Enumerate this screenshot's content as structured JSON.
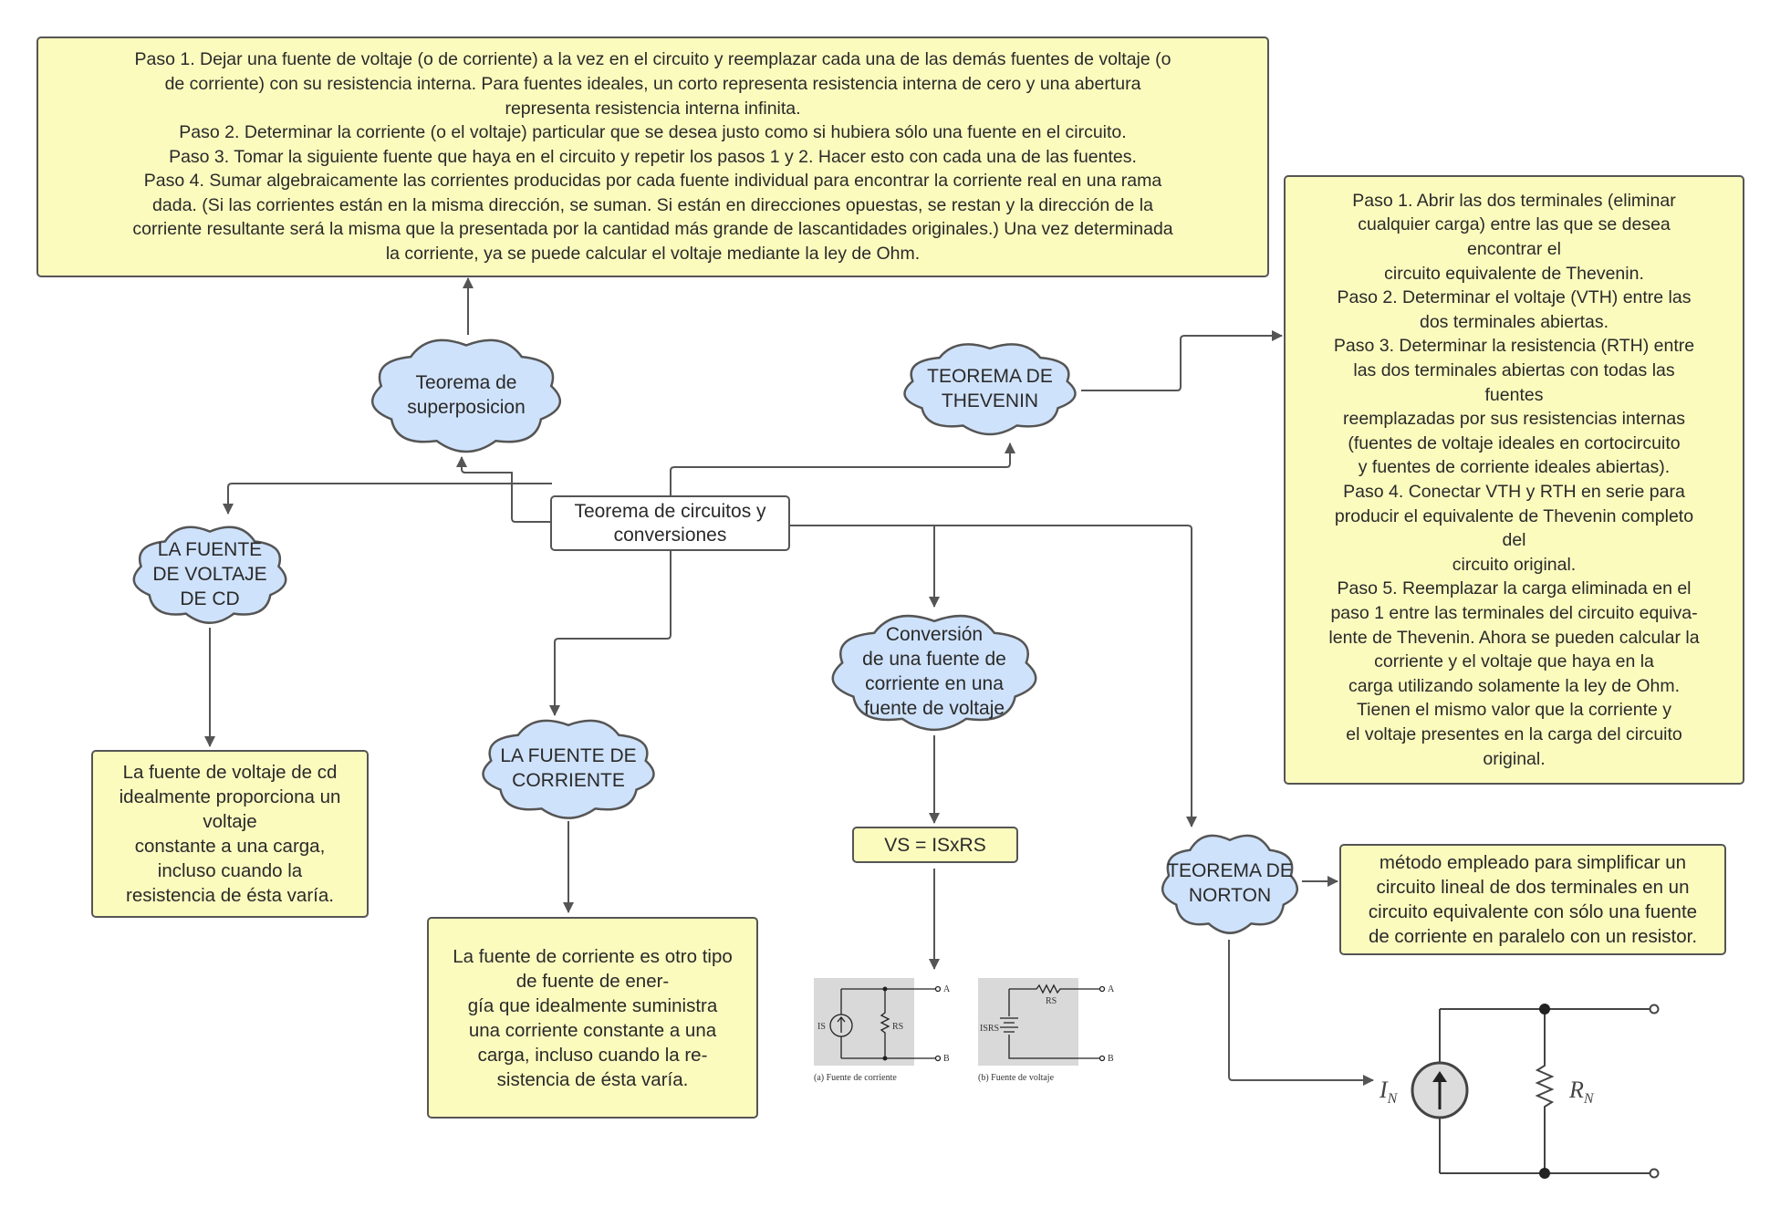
{
  "central": {
    "label": "Teorema de circuitos y\nconversiones"
  },
  "superposicion": {
    "cloud": "Teorema de\nsuperposicion",
    "steps": "Paso 1. Dejar una fuente de voltaje (o de corriente) a la vez en el circuito y reemplazar cada una de las demás fuentes de voltaje (o\nde corriente) con su resistencia interna. Para fuentes ideales, un corto representa resistencia interna de cero y una abertura\nrepresenta resistencia interna infinita.\nPaso 2. Determinar la corriente (o el voltaje) particular que se desea justo como si hubiera sólo una fuente en el circuito.\nPaso 3. Tomar la siguiente fuente que haya en el circuito y repetir los pasos 1 y 2. Hacer esto con cada una de las fuentes.\nPaso 4. Sumar algebraicamente las corrientes producidas por cada fuente individual para encontrar la corriente real en una rama\ndada. (Si las corrientes están en la misma dirección, se suman. Si están en direcciones opuestas, se restan y la dirección de la\ncorriente resultante será la misma que la presentada por la cantidad más grande de lascantidades originales.) Una vez determinada\nla corriente, ya se puede calcular el voltaje mediante la ley de Ohm."
  },
  "thevenin": {
    "cloud": "TEOREMA DE\nTHEVENIN",
    "steps": "Paso 1. Abrir las dos terminales (eliminar\ncualquier carga) entre las que se desea\nencontrar el\ncircuito equivalente de Thevenin.\nPaso 2. Determinar el voltaje (VTH) entre las\ndos terminales abiertas.\nPaso 3. Determinar la resistencia (RTH) entre\nlas dos terminales abiertas con todas las\nfuentes\nreemplazadas por sus resistencias internas\n(fuentes de voltaje ideales en cortocircuito\ny fuentes de corriente ideales abiertas).\nPaso 4. Conectar VTH y RTH en serie para\nproducir el equivalente de Thevenin completo\ndel\ncircuito original.\nPaso 5. Reemplazar la carga eliminada en el\npaso 1 entre las terminales del circuito equiva-\nlente de Thevenin. Ahora se pueden calcular la\ncorriente y el voltaje que haya en la\ncarga utilizando solamente la ley de Ohm.\nTienen el mismo valor que la corriente y\nel voltaje presentes en la carga del circuito\noriginal."
  },
  "fuente_voltaje": {
    "cloud": "LA FUENTE\nDE VOLTAJE\nDE CD",
    "desc": "La fuente de voltaje de cd\nidealmente proporciona un\nvoltaje\nconstante a una carga,\nincluso cuando la\nresistencia de ésta varía."
  },
  "fuente_corriente": {
    "cloud": "LA FUENTE DE\nCORRIENTE",
    "desc": "La fuente de corriente es otro tipo\nde fuente de ener-\ngía que idealmente suministra\nuna corriente constante a una\ncarga, incluso cuando la re-\nsistencia de ésta varía."
  },
  "conversion": {
    "cloud": "Conversión\nde una fuente de\ncorriente en una\nfuente de voltaje",
    "formula": "VS = ISxRS",
    "caption_a": "(a) Fuente de corriente",
    "caption_b": "(b) Fuente de voltaje",
    "label_is": "IS",
    "label_rs": "RS",
    "label_isrs": "ISRS",
    "terminal_a": "A",
    "terminal_b": "B"
  },
  "norton": {
    "cloud": "TEOREMA DE\nNORTON",
    "desc": "método empleado para simplificar un\ncircuito lineal de dos terminales en un\ncircuito equivalente con sólo una fuente\nde corriente en paralelo con un resistor.",
    "label_in": "I",
    "label_in_sub": "N",
    "label_rn": "R",
    "label_rn_sub": "N"
  },
  "colors": {
    "box_fill": "#fbfbbe",
    "cloud_fill": "#cfe2fb",
    "border": "#555555",
    "image_bg": "#d9d9d9"
  }
}
